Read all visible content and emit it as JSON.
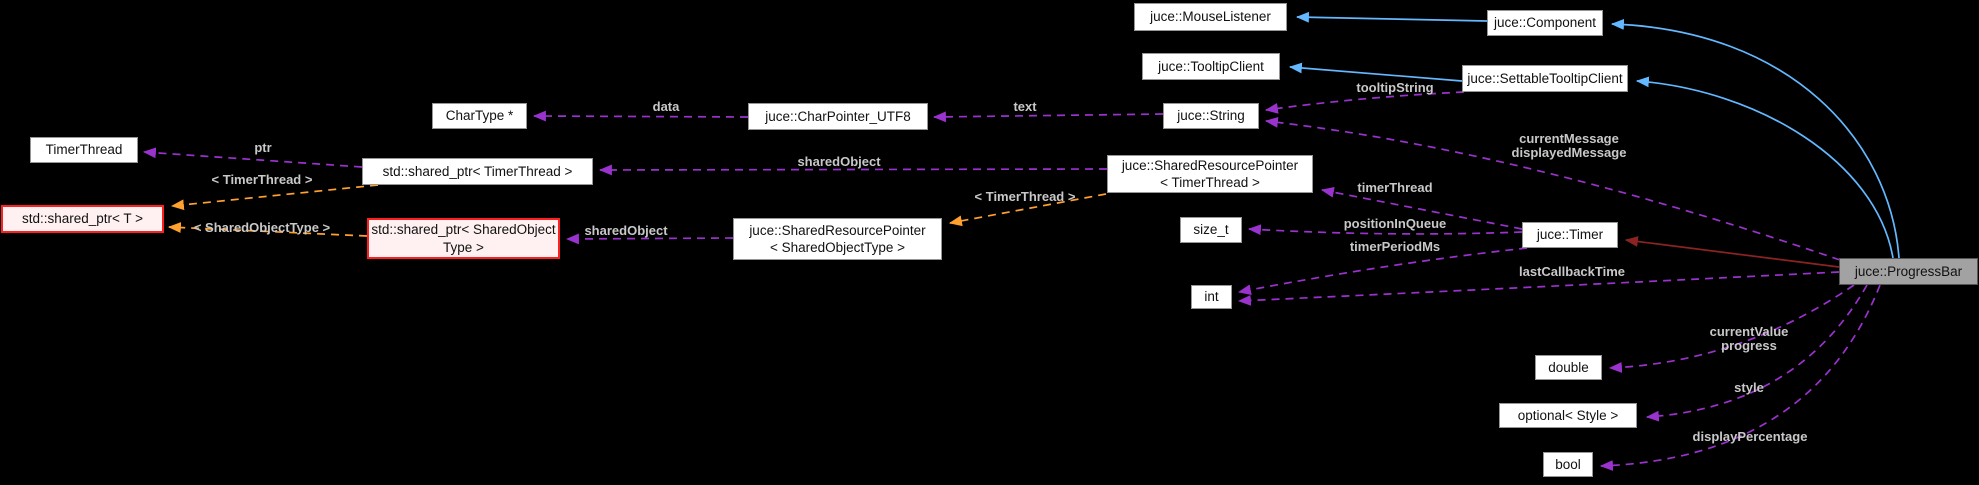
{
  "colors": {
    "background": "#000000",
    "usage_edge": "#9a32cd",
    "template_edge": "#ffa02f",
    "public_inheritance_edge": "#63b8ff",
    "private_inheritance_edge": "#8b2323",
    "edge_label_text": "#c8c8c8",
    "node_border": "#969696",
    "truncated_node_border": "#ff1f1f",
    "current_node_fill": "#a2a2a2"
  },
  "nodes": {
    "mouse_listener": {
      "label": "juce::MouseListener"
    },
    "component": {
      "label": "juce::Component"
    },
    "tooltip_client": {
      "label": "juce::TooltipClient"
    },
    "settable_tooltip_client": {
      "label": "juce::SettableTooltipClient"
    },
    "chartype_ptr": {
      "label": "CharType *"
    },
    "charpointer_utf8": {
      "label": "juce::CharPointer_UTF8"
    },
    "string": {
      "label": "juce::String"
    },
    "timerthread": {
      "label": "TimerThread"
    },
    "sp_timerthread": {
      "label": "std::shared_ptr< TimerThread >"
    },
    "srp_timerthread": {
      "label": "juce::SharedResourcePointer\n< TimerThread >"
    },
    "sp_t": {
      "label": "std::shared_ptr< T >"
    },
    "sp_sharedobjecttype": {
      "label": "std::shared_ptr< SharedObject\nType >"
    },
    "srp_sharedobjecttype": {
      "label": "juce::SharedResourcePointer\n< SharedObjectType >"
    },
    "size_t": {
      "label": "size_t"
    },
    "timer": {
      "label": "juce::Timer"
    },
    "int": {
      "label": "int"
    },
    "progress_bar": {
      "label": "juce::ProgressBar"
    },
    "double": {
      "label": "double"
    },
    "optional_style": {
      "label": "optional< Style >"
    },
    "bool": {
      "label": "bool"
    }
  },
  "edge_labels": {
    "ptr": "ptr",
    "tmpl_timerthread_1": "< TimerThread >",
    "tmpl_sharedobjecttype": "< SharedObjectType >",
    "data": "data",
    "text": "text",
    "shared_object_1": "sharedObject",
    "shared_object_2": "sharedObject",
    "tmpl_timerthread_2": "< TimerThread >",
    "tooltip_string": "tooltipString",
    "current_message": "currentMessage\ndisplayedMessage",
    "timer_thread": "timerThread",
    "position_in_queue": "positionInQueue",
    "timer_period_ms": "timerPeriodMs",
    "last_callback_time": "lastCallbackTime",
    "current_value": "currentValue\nprogress",
    "style": "style",
    "display_percentage": "displayPercentage"
  },
  "edges": [
    {
      "from": "juce::Component",
      "to": "juce::MouseListener",
      "kind": "public-inheritance"
    },
    {
      "from": "juce::SettableTooltipClient",
      "to": "juce::TooltipClient",
      "kind": "public-inheritance"
    },
    {
      "from": "juce::ProgressBar",
      "to": "juce::Component",
      "kind": "public-inheritance"
    },
    {
      "from": "juce::ProgressBar",
      "to": "juce::SettableTooltipClient",
      "kind": "public-inheritance"
    },
    {
      "from": "juce::ProgressBar",
      "to": "juce::Timer",
      "kind": "private-inheritance"
    },
    {
      "from": "std::shared_ptr< TimerThread >",
      "to": "TimerThread",
      "kind": "usage",
      "label": "ptr"
    },
    {
      "from": "std::shared_ptr< TimerThread >",
      "to": "std::shared_ptr< T >",
      "kind": "template-instance",
      "label": "< TimerThread >"
    },
    {
      "from": "std::shared_ptr< SharedObjectType >",
      "to": "std::shared_ptr< T >",
      "kind": "template-instance",
      "label": "< SharedObjectType >"
    },
    {
      "from": "juce::CharPointer_UTF8",
      "to": "CharType *",
      "kind": "usage",
      "label": "data"
    },
    {
      "from": "juce::String",
      "to": "juce::CharPointer_UTF8",
      "kind": "usage",
      "label": "text"
    },
    {
      "from": "juce::SettableTooltipClient",
      "to": "juce::String",
      "kind": "usage",
      "label": "tooltipString"
    },
    {
      "from": "juce::ProgressBar",
      "to": "juce::String",
      "kind": "usage",
      "label": "currentMessage displayedMessage"
    },
    {
      "from": "juce::SharedResourcePointer< TimerThread >",
      "to": "std::shared_ptr< TimerThread >",
      "kind": "usage",
      "label": "sharedObject"
    },
    {
      "from": "juce::SharedResourcePointer< SharedObjectType >",
      "to": "std::shared_ptr< SharedObjectType >",
      "kind": "usage",
      "label": "sharedObject"
    },
    {
      "from": "juce::SharedResourcePointer< TimerThread >",
      "to": "juce::SharedResourcePointer< SharedObjectType >",
      "kind": "template-instance",
      "label": "< TimerThread >"
    },
    {
      "from": "juce::Timer",
      "to": "juce::SharedResourcePointer< TimerThread >",
      "kind": "usage",
      "label": "timerThread"
    },
    {
      "from": "juce::Timer",
      "to": "size_t",
      "kind": "usage",
      "label": "positionInQueue"
    },
    {
      "from": "juce::Timer",
      "to": "int",
      "kind": "usage",
      "label": "timerPeriodMs"
    },
    {
      "from": "juce::ProgressBar",
      "to": "int",
      "kind": "usage",
      "label": "lastCallbackTime"
    },
    {
      "from": "juce::ProgressBar",
      "to": "double",
      "kind": "usage",
      "label": "currentValue progress"
    },
    {
      "from": "juce::ProgressBar",
      "to": "optional< Style >",
      "kind": "usage",
      "label": "style"
    },
    {
      "from": "juce::ProgressBar",
      "to": "bool",
      "kind": "usage",
      "label": "displayPercentage"
    }
  ]
}
